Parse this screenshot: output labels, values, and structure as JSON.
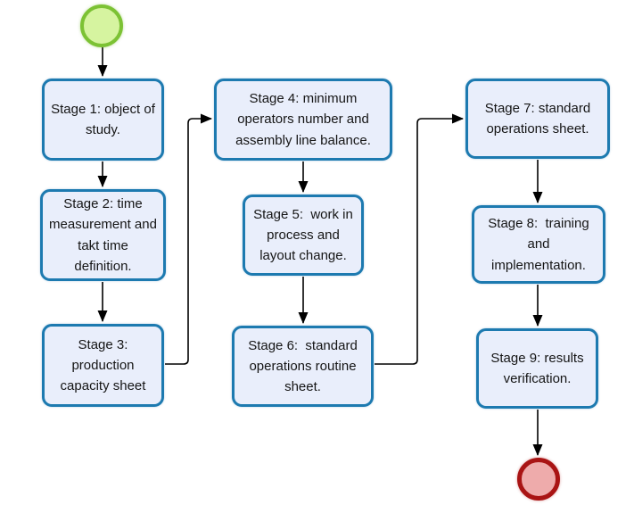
{
  "diagram": {
    "type": "flowchart",
    "nodes": {
      "start": {
        "kind": "start-event",
        "label": ""
      },
      "stage1": {
        "label": "Stage 1: object of study."
      },
      "stage2": {
        "label": "Stage 2: time measurement and  takt time definition."
      },
      "stage3": {
        "label": "Stage 3: production capacity sheet"
      },
      "stage4": {
        "label": "Stage 4: minimum operators number and assembly line balance."
      },
      "stage5": {
        "label": "Stage 5:  work in process and layout change."
      },
      "stage6": {
        "label": "Stage 6:  standard operations routine sheet."
      },
      "stage7": {
        "label": "Stage 7: standard operations sheet."
      },
      "stage8": {
        "label": "Stage 8:  training and implementation."
      },
      "stage9": {
        "label": "Stage 9: results verification."
      },
      "end": {
        "kind": "end-event",
        "label": ""
      }
    },
    "edges": [
      {
        "from": "start",
        "to": "stage1"
      },
      {
        "from": "stage1",
        "to": "stage2"
      },
      {
        "from": "stage2",
        "to": "stage3"
      },
      {
        "from": "stage3",
        "to": "stage4"
      },
      {
        "from": "stage4",
        "to": "stage5"
      },
      {
        "from": "stage5",
        "to": "stage6"
      },
      {
        "from": "stage6",
        "to": "stage7"
      },
      {
        "from": "stage7",
        "to": "stage8"
      },
      {
        "from": "stage8",
        "to": "stage9"
      },
      {
        "from": "stage9",
        "to": "end"
      }
    ]
  },
  "colors": {
    "box_fill": "#e9eefb",
    "box_border": "#1d7ab0",
    "start_fill": "#d6f4a0",
    "start_border": "#7cc234",
    "end_fill": "#eeabab",
    "end_border": "#a91414",
    "arrow": "#000000"
  }
}
